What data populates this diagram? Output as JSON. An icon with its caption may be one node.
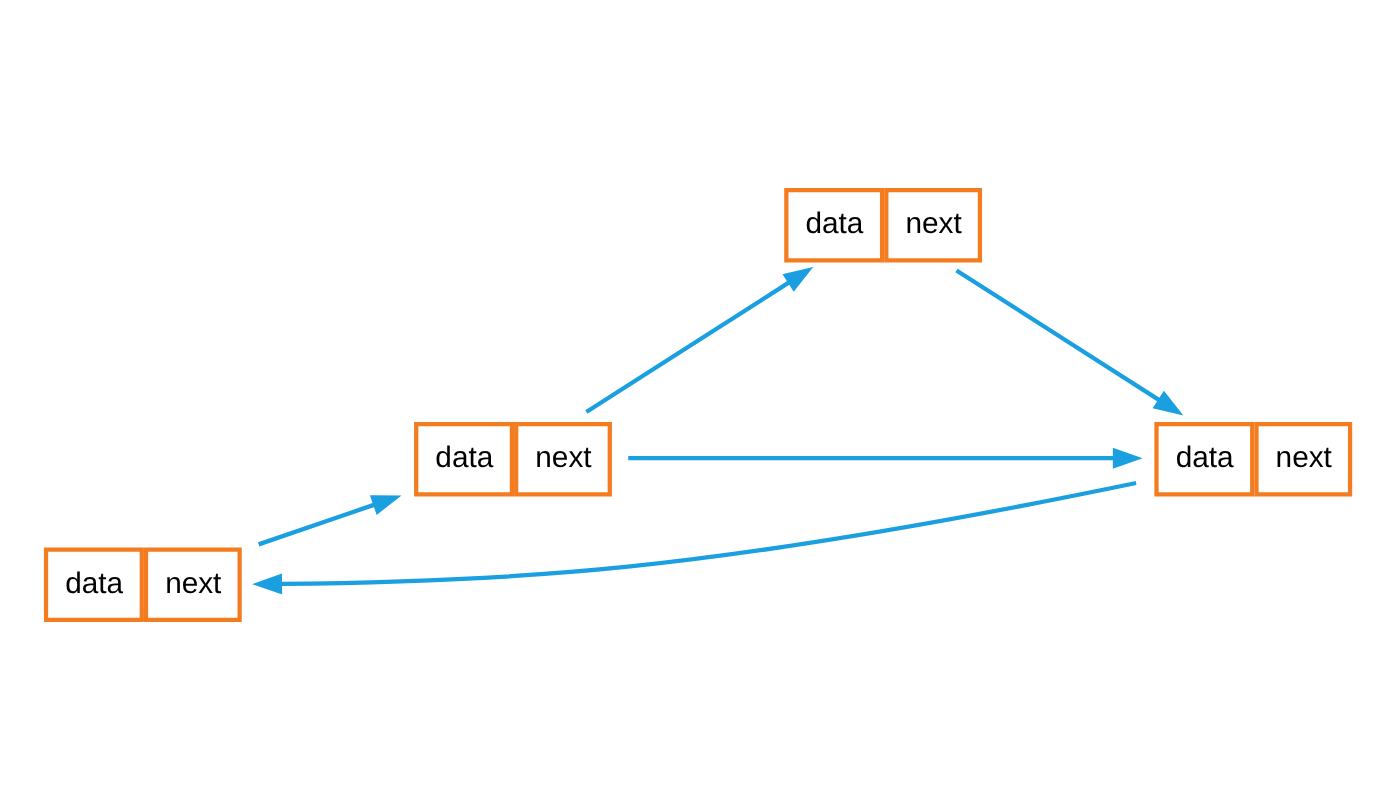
{
  "diagram": {
    "nodes": [
      {
        "text": [
          "data",
          "next"
        ]
      },
      {
        "text": [
          "data",
          "next"
        ]
      },
      {
        "text": [
          "data",
          "next"
        ]
      },
      {
        "text": [
          "data",
          "next"
        ]
      }
    ],
    "edges": [
      {
        "from": 0,
        "to": 1,
        "arrow": "to"
      },
      {
        "from": 1,
        "to": 2,
        "arrow": "to"
      },
      {
        "from": 1,
        "to": 3,
        "arrow": "to"
      },
      {
        "from": 2,
        "to": 3,
        "arrow": "to"
      },
      {
        "from": 3,
        "to": 0,
        "arrow": "to"
      }
    ]
  }
}
